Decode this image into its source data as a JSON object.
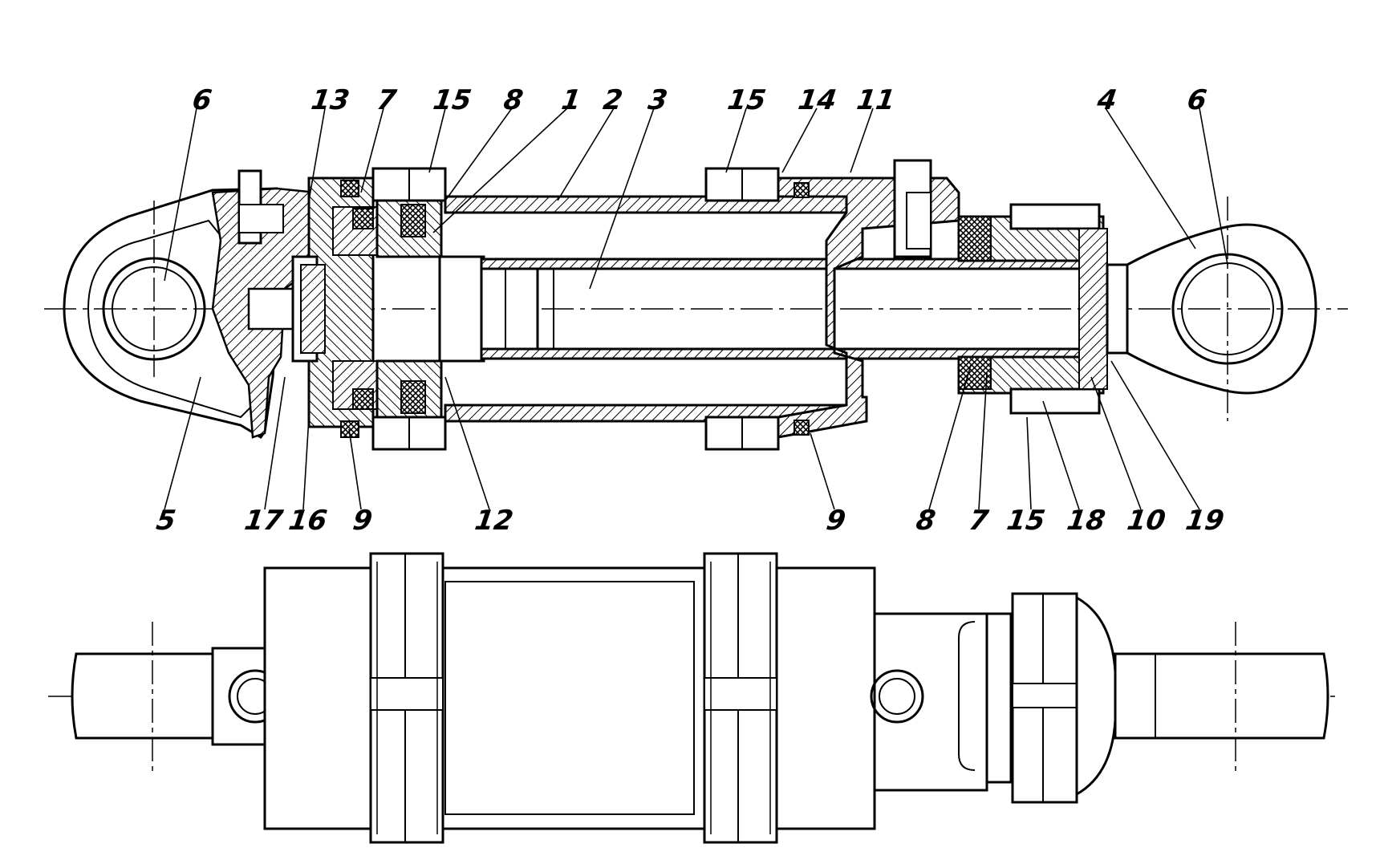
{
  "figure": {
    "kind": "hydraulic-cylinder-engineering-drawing",
    "views": [
      "section-view",
      "side-view"
    ],
    "line_color": "#000000",
    "background_color": "#ffffff"
  },
  "callouts_top": [
    "6",
    "13",
    "7",
    "15",
    "8",
    "1",
    "2",
    "3",
    "15",
    "14",
    "11",
    "4",
    "6"
  ],
  "callouts_bottom": [
    "5",
    "17",
    "16",
    "9",
    "12",
    "9",
    "8",
    "7",
    "15",
    "18",
    "10",
    "19"
  ]
}
